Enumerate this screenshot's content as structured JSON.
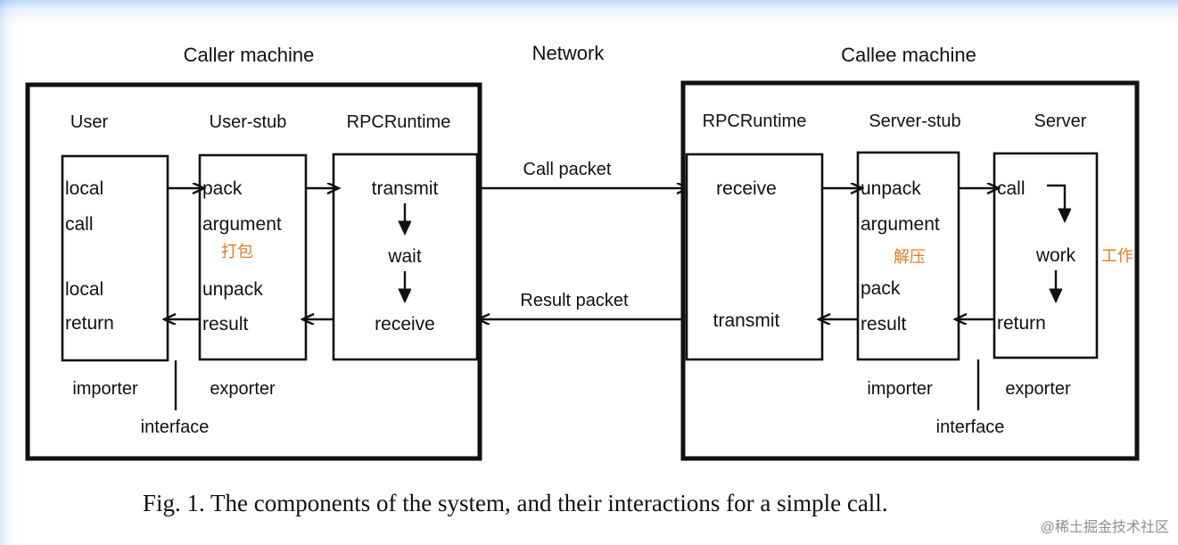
{
  "figure": {
    "caption": "Fig. 1.   The components of the system, and their interactions for a simple call.",
    "watermark": "@稀土掘金技术社区"
  },
  "titles": {
    "caller_machine": "Caller machine",
    "network": "Network",
    "callee_machine": "Callee machine"
  },
  "caller": {
    "columns": [
      "User",
      "User-stub",
      "RPCRuntime"
    ],
    "user_box": {
      "lines": [
        "local",
        "call",
        "local",
        "return"
      ]
    },
    "user_stub_box": {
      "lines": [
        "pack",
        "argument",
        "unpack",
        "result"
      ],
      "annotation_cn": "打包"
    },
    "rpcruntime_box": {
      "lines": [
        "transmit",
        "wait",
        "receive"
      ]
    },
    "footer": {
      "importer": "importer",
      "exporter": "exporter",
      "interface": "interface"
    }
  },
  "network": {
    "call_packet": "Call packet",
    "result_packet": "Result packet"
  },
  "callee": {
    "columns": [
      "RPCRuntime",
      "Server-stub",
      "Server"
    ],
    "rpcruntime_box": {
      "lines": [
        "receive",
        "transmit"
      ]
    },
    "server_stub_box": {
      "lines": [
        "unpack",
        "argument",
        "pack",
        "result"
      ],
      "annotation_cn": "解压"
    },
    "server_box": {
      "lines": [
        "call",
        "work",
        "return"
      ],
      "annotation_cn": "工作"
    },
    "footer": {
      "importer": "importer",
      "exporter": "exporter",
      "interface": "interface"
    }
  },
  "colors": {
    "ink": "#111111",
    "annotation": "#e07b2a",
    "paper": "#ffffff",
    "watermark": "#8a8f98"
  }
}
